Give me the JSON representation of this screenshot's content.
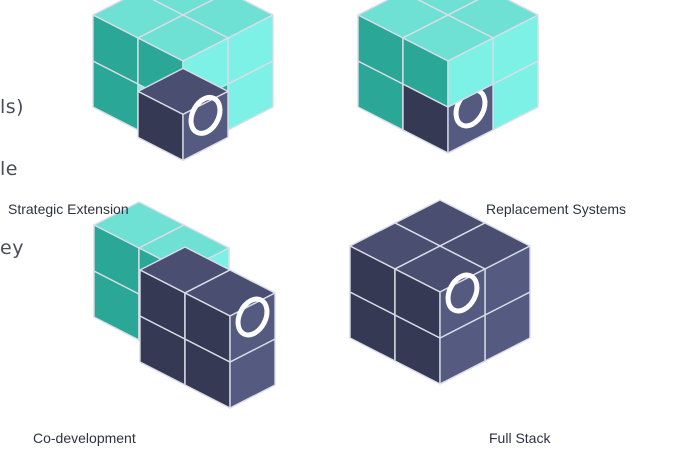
{
  "colors": {
    "teal_top": "#6fe0d4",
    "teal_left": "#2aa796",
    "teal_right": "#7ef1e6",
    "navy_top": "#4a4f72",
    "navy_left": "#353954",
    "navy_right": "#555b80",
    "edge": "#d8dde8",
    "ring": "#ffffff",
    "text": "#2e3140",
    "fragment_text": "#4a4d57"
  },
  "left_text_fragments": [
    "ls)",
    "le",
    "ey"
  ],
  "models": [
    {
      "name": "Strategic Extension",
      "icon": "cube-with-single-navy-block-icon",
      "own_blocks": 1,
      "total_blocks": 8
    },
    {
      "name": "Replacement Systems",
      "icon": "cube-with-single-navy-block-icon",
      "own_blocks": 1,
      "total_blocks": 8
    },
    {
      "name": "Co-development",
      "icon": "cube-half-navy-icon",
      "own_blocks": 4,
      "total_blocks": 8
    },
    {
      "name": "Full Stack",
      "icon": "cube-all-navy-icon",
      "own_blocks": 8,
      "total_blocks": 8
    }
  ]
}
